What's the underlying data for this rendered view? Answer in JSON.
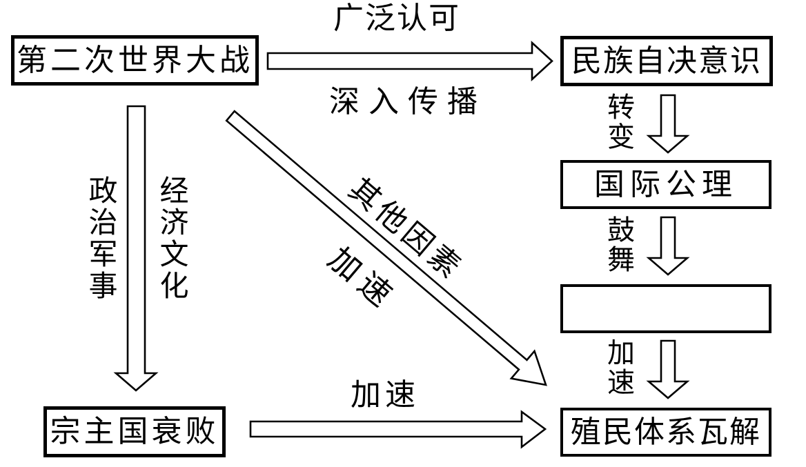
{
  "diagram": {
    "background_color": "#ffffff",
    "line_color": "#000000",
    "boxes": {
      "ww2": "第二次世界大战",
      "national_self_determination": "民族自决意识",
      "international_axiom": "国际公理",
      "unnamed": "",
      "colonial_system_collapse": "殖民体系瓦解",
      "suzerain_decline": "宗主国衰败"
    },
    "labels": {
      "widely_recognized": "广泛认可",
      "deep_spread": "深入传播",
      "transform": "转变",
      "inspire": "鼓舞",
      "accelerate_right_column": "加速",
      "politics_military": "政治军事",
      "economy_culture": "经济文化",
      "other_factors": "其他因素",
      "accelerate_diagonal": "加速",
      "accelerate_bottom": "加速"
    }
  }
}
